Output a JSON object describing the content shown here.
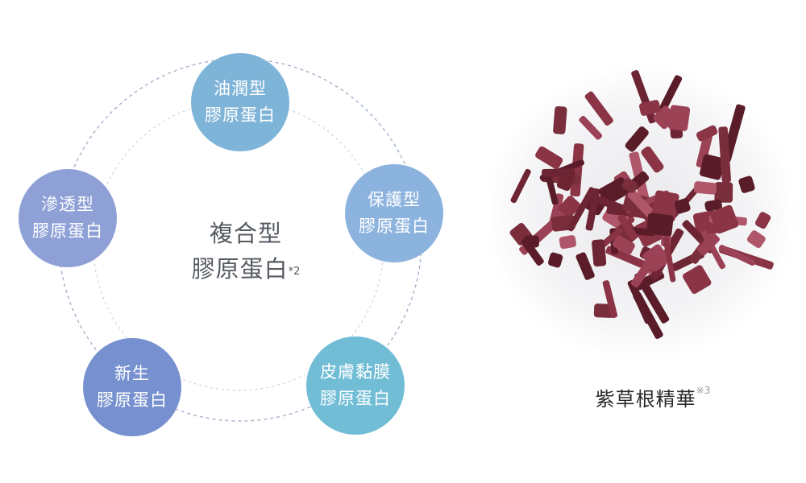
{
  "diagram": {
    "center": {
      "line1": "複合型",
      "line2": "膠原蛋白",
      "note": "*2"
    },
    "nodes": [
      {
        "line1": "油潤型",
        "line2": "膠原蛋白",
        "color": "#7fb4d9"
      },
      {
        "line1": "保護型",
        "line2": "膠原蛋白",
        "color": "#8cb3de"
      },
      {
        "line1": "皮膚黏膜",
        "line2": "膠原蛋白",
        "color": "#72bdd6"
      },
      {
        "line1": "新生",
        "line2": "膠原蛋白",
        "color": "#7690d0"
      },
      {
        "line1": "滲透型",
        "line2": "膠原蛋白",
        "color": "#8ea0d6"
      }
    ],
    "ring_color": "#9aa9c8"
  },
  "herb": {
    "name": "紫草根精華",
    "note": "※3",
    "color": "#7a2e3c"
  }
}
